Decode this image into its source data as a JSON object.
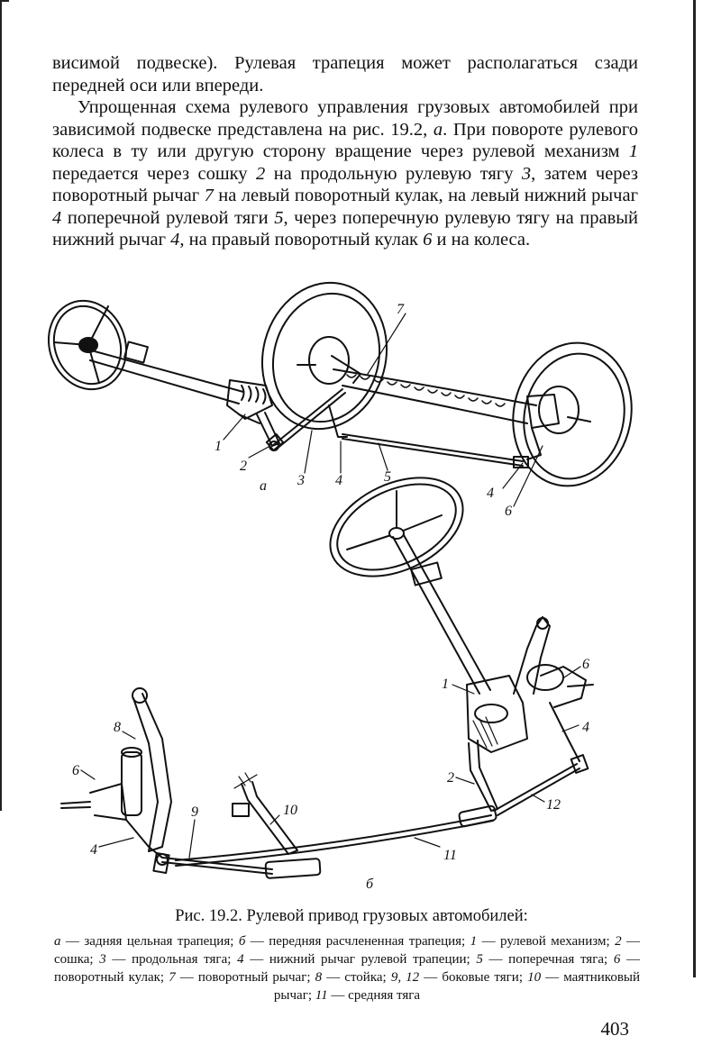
{
  "body_text": {
    "p1": "висимой подвеске). Рулевая трапеция может располагаться сзади передней оси или впереди.",
    "p2": {
      "s1": "Упрощенная схема рулевого управления грузовых автомобилей при зависимой подвеске представлена на рис. 19.2, ",
      "a": "а",
      "s2": ". При повороте рулевого колеса в ту или другую сторону вращение через рулевой механизм ",
      "n1": "1",
      "s3": " передается через сошку ",
      "n2": "2",
      "s4": " на продольную рулевую тягу ",
      "n3": "3",
      "s5": ", затем через поворотный рычаг ",
      "n7": "7",
      "s6": " на левый поворотный кулак, на левый нижний рычаг ",
      "n4a": "4",
      "s7": " поперечной рулевой тяги ",
      "n5": "5",
      "s8": ", через поперечную рулевую тягу на правый нижний рычаг ",
      "n4b": "4",
      "s9": ", на правый поворотный кулак ",
      "n6": "6",
      "s10": " и на колеса."
    }
  },
  "figure": {
    "labels_a": {
      "n1": "1",
      "n2": "2",
      "n3": "3",
      "n4_left": "4",
      "n5": "5",
      "n4_right": "4",
      "n6": "6",
      "n7": "7",
      "part": "а"
    },
    "labels_b": {
      "n1": "1",
      "n6_right": "6",
      "n4_right": "4",
      "n2": "2",
      "n12": "12",
      "n11": "11",
      "n10": "10",
      "n9": "9",
      "n8": "8",
      "n6_left": "6",
      "n4_left": "4",
      "part": "б"
    }
  },
  "caption": "Рис. 19.2. Рулевой привод грузовых автомобилей:",
  "legend": [
    {
      "key": "а",
      "text": " — задняя цельная трапеция; "
    },
    {
      "key": "б",
      "text": " — передняя расчлененная трапеция; "
    },
    {
      "key": "1",
      "text": " — рулевой механизм; "
    },
    {
      "key": "2",
      "text": " — сошка; "
    },
    {
      "key": "3",
      "text": " — продольная тяга; "
    },
    {
      "key": "4",
      "text": " — нижний рычаг рулевой трапеции; "
    },
    {
      "key": "5",
      "text": " — поперечная тяга; "
    },
    {
      "key": "6",
      "text": " — поворотный кулак; "
    },
    {
      "key": "7",
      "text": " — поворотный рычаг; "
    },
    {
      "key": "8",
      "text": " — стойка; "
    },
    {
      "key": "9, 12",
      "text": " — боковые тяги; "
    },
    {
      "key": "10",
      "text": " — маятниковый рычаг; "
    },
    {
      "key": "11",
      "text": " — средняя тяга"
    }
  ],
  "page_number": "403"
}
